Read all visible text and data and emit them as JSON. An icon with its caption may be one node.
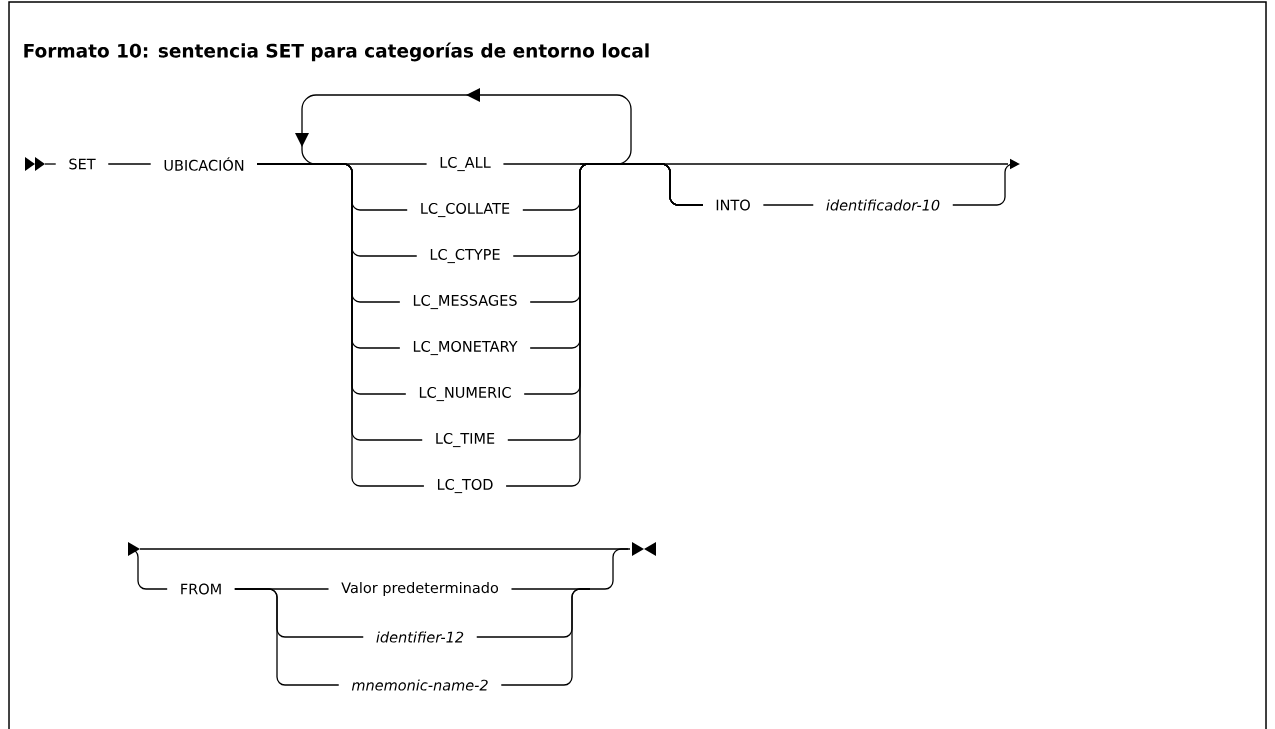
{
  "diagram": {
    "title": "Formato 10: sentencia SET para categorías de entorno local",
    "nodes": [
      {
        "text": [
          "SET"
        ]
      },
      {
        "text": [
          "UBICACIÓN"
        ]
      },
      {
        "text": [
          "LC_ALL"
        ]
      },
      {
        "text": [
          "LC_COLLATE"
        ]
      },
      {
        "text": [
          "LC_CTYPE"
        ]
      },
      {
        "text": [
          "LC_MESSAGES"
        ]
      },
      {
        "text": [
          "LC_MONETARY"
        ]
      },
      {
        "text": [
          "LC_NUMERIC"
        ]
      },
      {
        "text": [
          "LC_TIME"
        ]
      },
      {
        "text": [
          "LC_TOD"
        ]
      },
      {
        "text": [
          "INTO"
        ]
      },
      {
        "text": [
          "identificador-10"
        ]
      },
      {
        "text": [
          "FROM"
        ]
      },
      {
        "text": [
          "Valor predeterminado"
        ]
      },
      {
        "text": [
          "identifier-12"
        ]
      },
      {
        "text": [
          "mnemonic-name-2"
        ]
      }
    ],
    "edges": [
      {
        "from": 0,
        "to": 1,
        "arrow": "none"
      },
      {
        "from": 1,
        "to": 2,
        "arrow": "none"
      },
      {
        "from": 1,
        "to": 3,
        "arrow": "none"
      },
      {
        "from": 1,
        "to": 4,
        "arrow": "none"
      },
      {
        "from": 1,
        "to": 5,
        "arrow": "none"
      },
      {
        "from": 1,
        "to": 6,
        "arrow": "none"
      },
      {
        "from": 1,
        "to": 7,
        "arrow": "none"
      },
      {
        "from": 1,
        "to": 8,
        "arrow": "none"
      },
      {
        "from": 1,
        "to": 9,
        "arrow": "none"
      },
      {
        "from": 2,
        "to": 10,
        "arrow": "none"
      },
      {
        "from": 3,
        "to": 10,
        "arrow": "none"
      },
      {
        "from": 4,
        "to": 10,
        "arrow": "none"
      },
      {
        "from": 5,
        "to": 10,
        "arrow": "none"
      },
      {
        "from": 6,
        "to": 10,
        "arrow": "none"
      },
      {
        "from": 7,
        "to": 10,
        "arrow": "none"
      },
      {
        "from": 8,
        "to": 10,
        "arrow": "none"
      },
      {
        "from": 9,
        "to": 10,
        "arrow": "none"
      },
      {
        "from": 10,
        "to": 11,
        "arrow": "none"
      },
      {
        "from": 11,
        "to": null,
        "arrow": "to"
      },
      {
        "from": 12,
        "to": 13,
        "arrow": "none"
      },
      {
        "from": 12,
        "to": 14,
        "arrow": "none"
      },
      {
        "from": 12,
        "to": 15,
        "arrow": "none"
      }
    ]
  }
}
